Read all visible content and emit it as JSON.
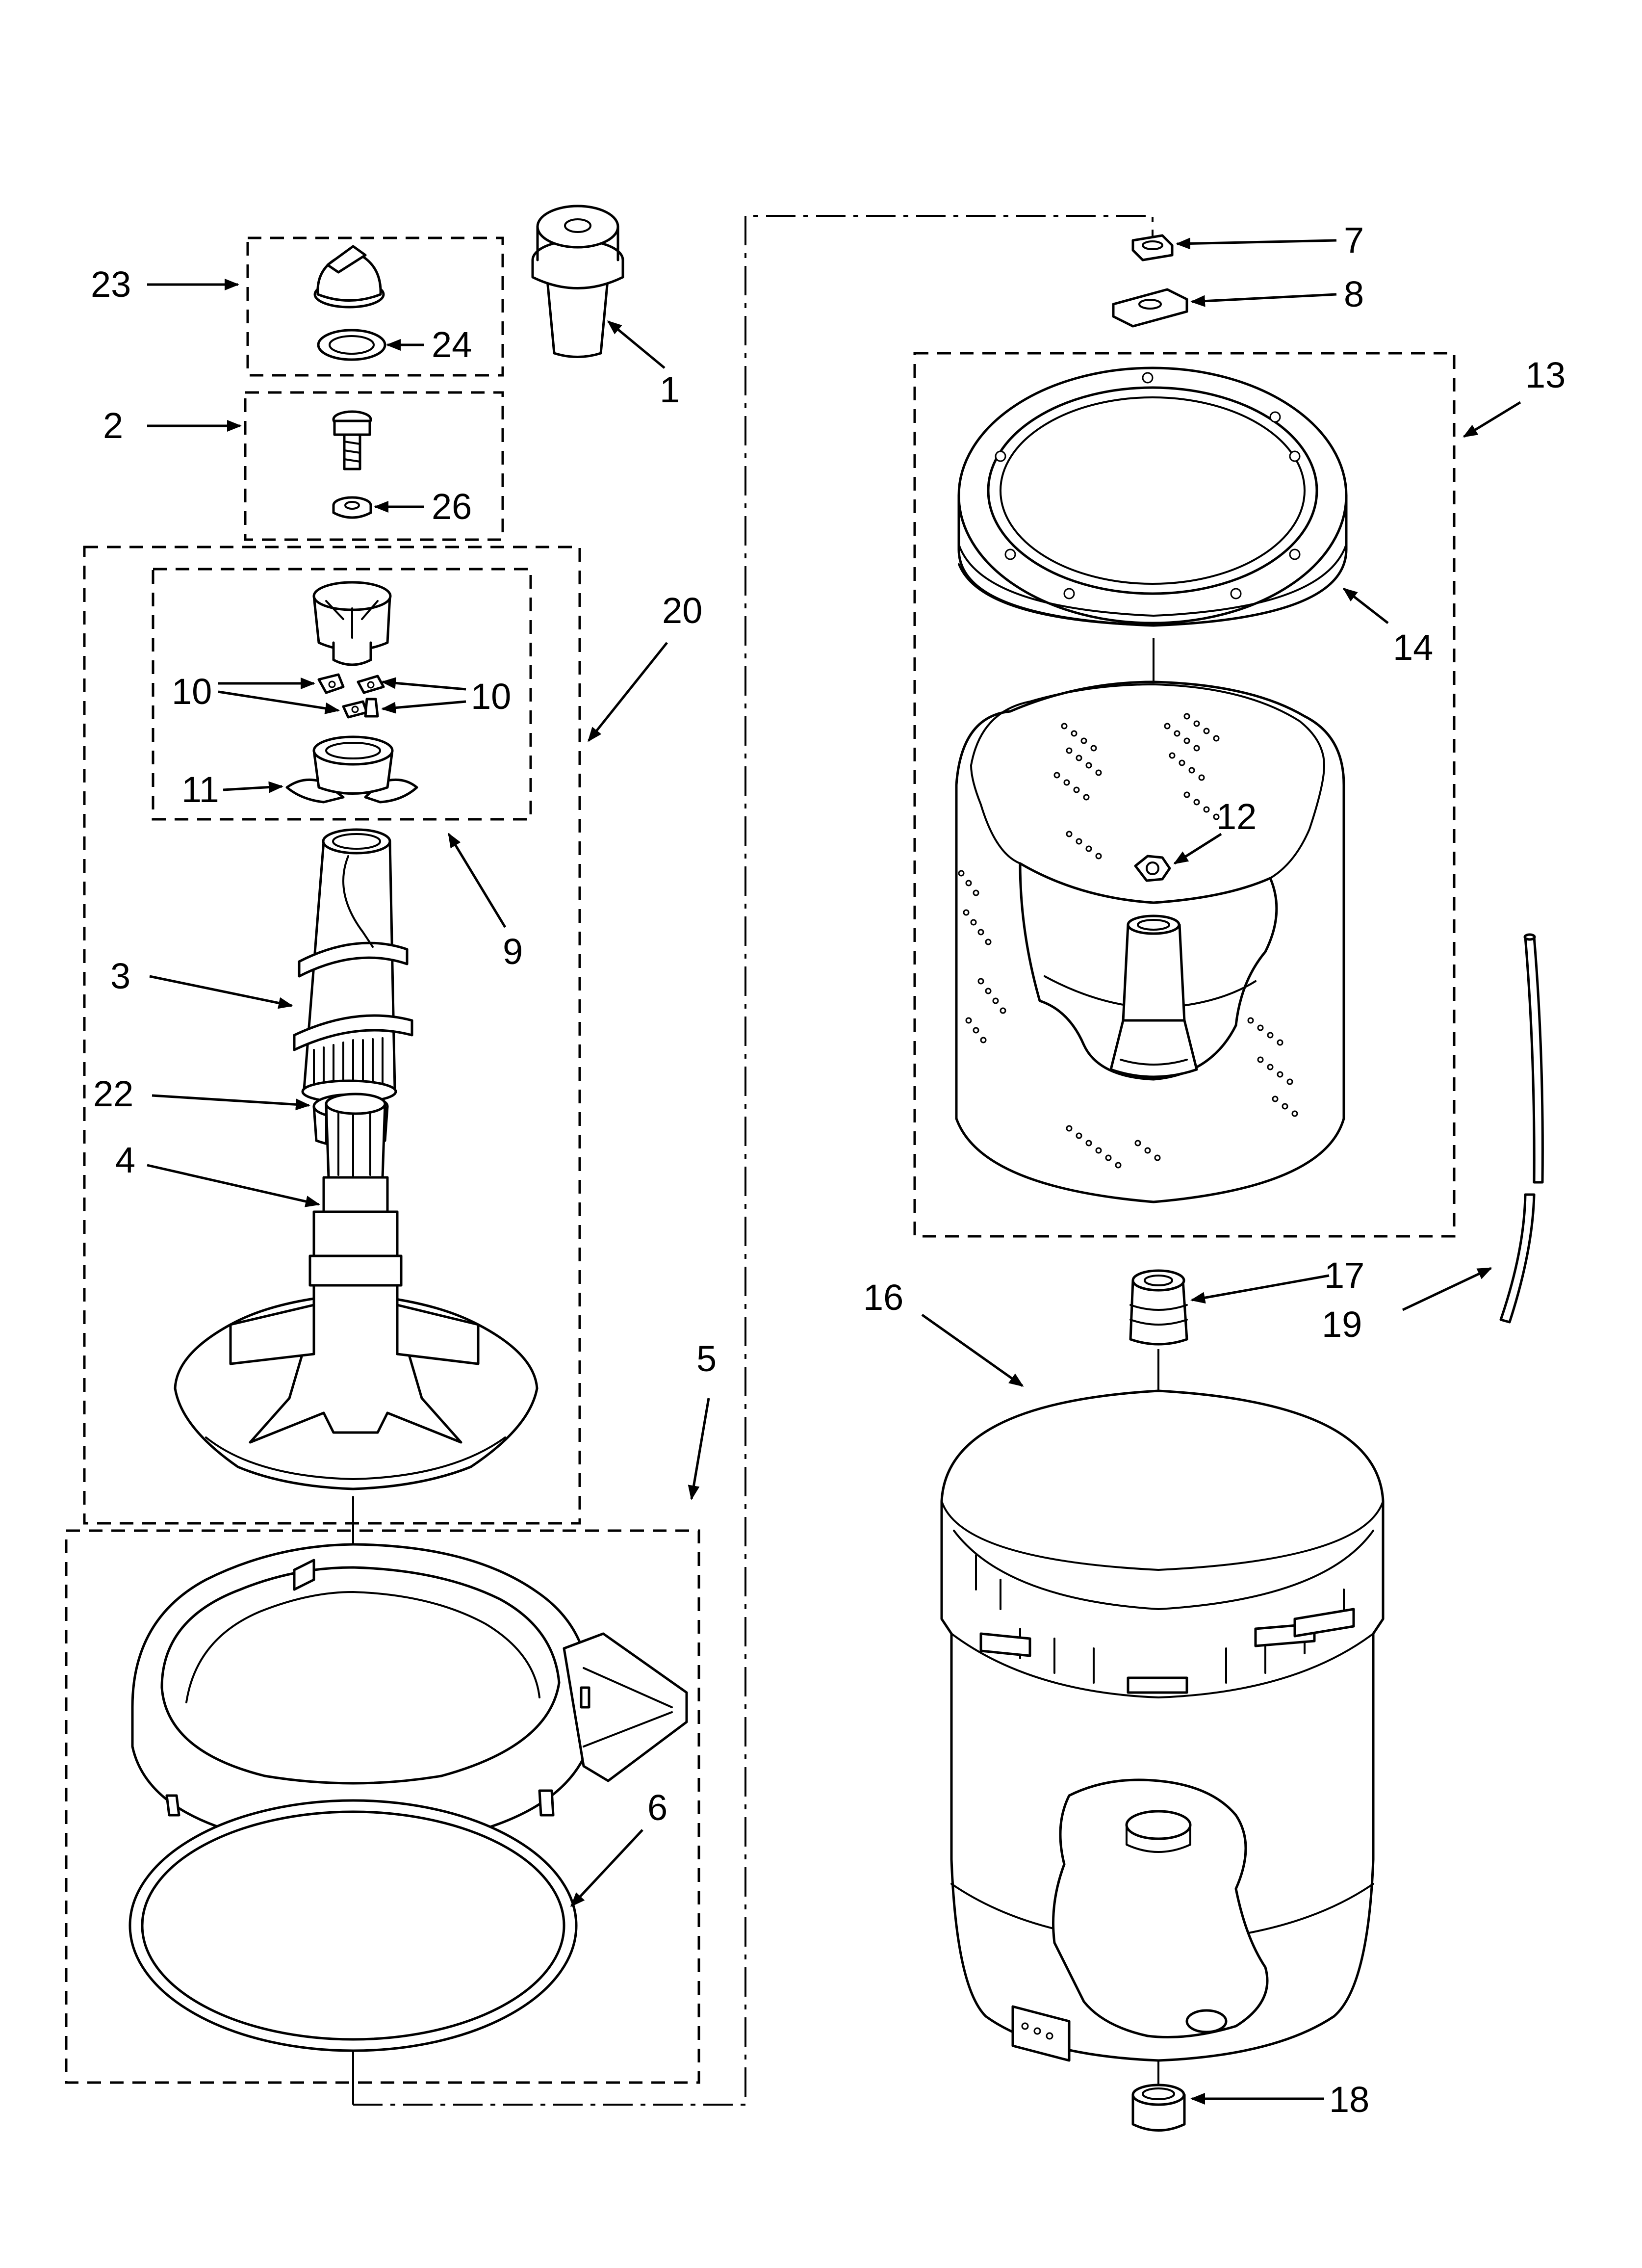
{
  "callouts": [
    {
      "id": "c1",
      "text": "1"
    },
    {
      "id": "c2",
      "text": "2"
    },
    {
      "id": "c3",
      "text": "3"
    },
    {
      "id": "c4",
      "text": "4"
    },
    {
      "id": "c5",
      "text": "5"
    },
    {
      "id": "c6",
      "text": "6"
    },
    {
      "id": "c7",
      "text": "7"
    },
    {
      "id": "c8",
      "text": "8"
    },
    {
      "id": "c9",
      "text": "9"
    },
    {
      "id": "c10a",
      "text": "10"
    },
    {
      "id": "c10b",
      "text": "10"
    },
    {
      "id": "c11",
      "text": "11"
    },
    {
      "id": "c12",
      "text": "12"
    },
    {
      "id": "c13",
      "text": "13"
    },
    {
      "id": "c14",
      "text": "14"
    },
    {
      "id": "c16",
      "text": "16"
    },
    {
      "id": "c17",
      "text": "17"
    },
    {
      "id": "c18",
      "text": "18"
    },
    {
      "id": "c19",
      "text": "19"
    },
    {
      "id": "c20",
      "text": "20"
    },
    {
      "id": "c22",
      "text": "22"
    },
    {
      "id": "c23",
      "text": "23"
    },
    {
      "id": "c24",
      "text": "24"
    },
    {
      "id": "c26",
      "text": "26"
    }
  ]
}
